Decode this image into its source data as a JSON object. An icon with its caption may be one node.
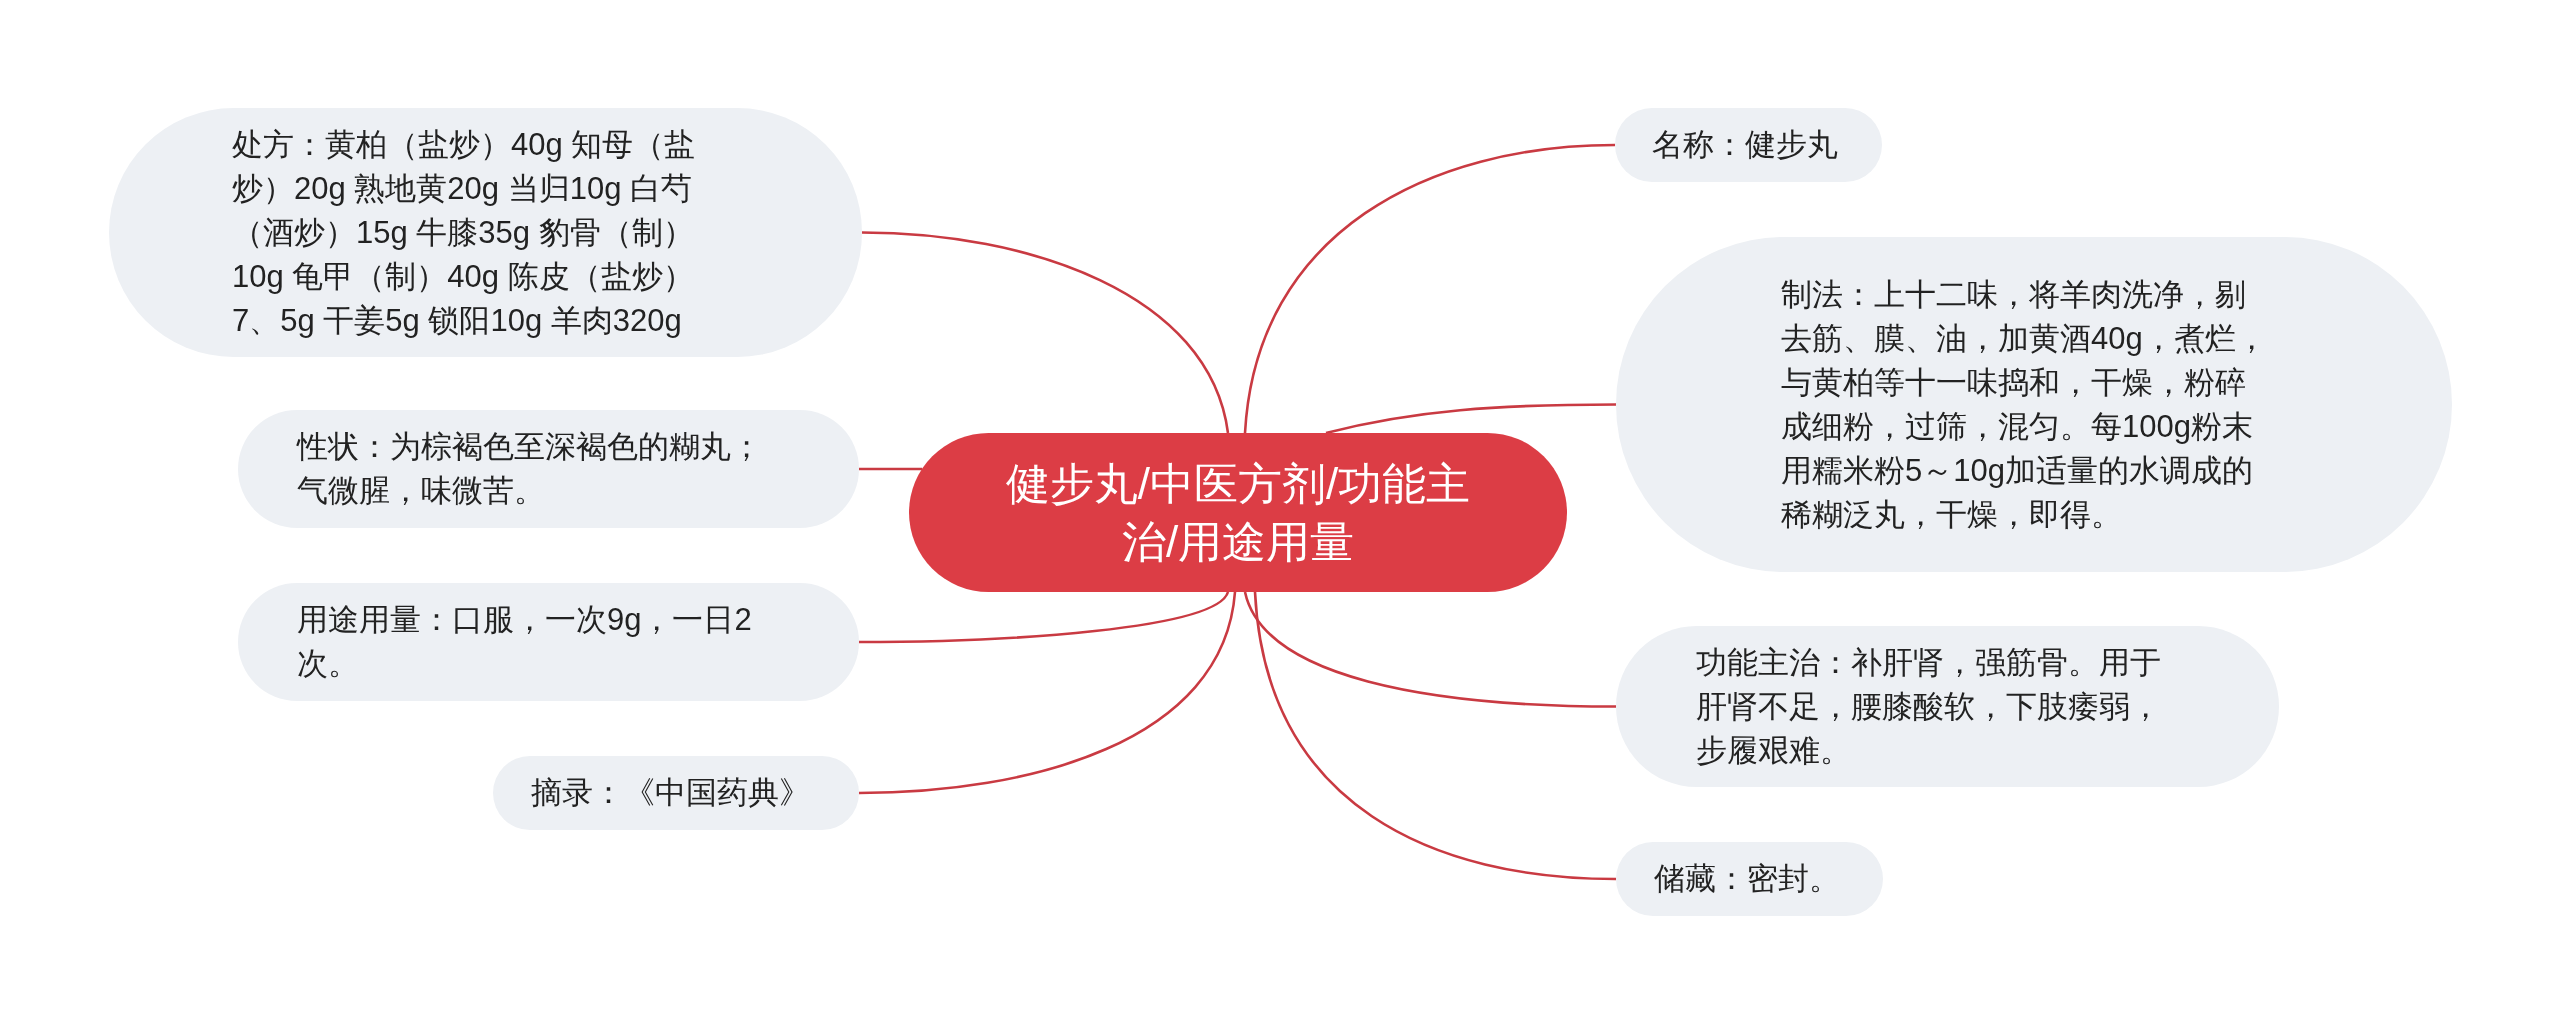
{
  "diagram": {
    "nodes": [
      {
        "text": [
          "健步丸/中医方剂/功能主治/用途用量"
        ]
      },
      {
        "text": [
          "处方：黄柏（盐炒）40g 知母（盐炒）20g 熟地黄20g 当归10g 白芍（酒炒）15g 牛膝35g 豹骨（制）10g 龟甲（制）40g 陈皮（盐炒）7、5g 干姜5g 锁阳10g 羊肉320g"
        ]
      },
      {
        "text": [
          "性状：为棕褐色至深褐色的糊丸；气微腥，味微苦。"
        ]
      },
      {
        "text": [
          "用途用量：口服，一次9g，一日2次。"
        ]
      },
      {
        "text": [
          "摘录：《中国药典》"
        ]
      },
      {
        "text": [
          "名称：健步丸"
        ]
      },
      {
        "text": [
          "制法：上十二味，将羊肉洗净，剔去筋、膜、油，加黄酒40g，煮烂，与黄柏等十一味捣和，干燥，粉碎成细粉，过筛，混匀。每100g粉末用糯米粉5～10g加适量的水调成的稀糊泛丸，干燥，即得。"
        ]
      },
      {
        "text": [
          "功能主治：补肝肾，强筋骨。用于肝肾不足，腰膝酸软，下肢痿弱，步履艰难。"
        ]
      },
      {
        "text": [
          "储藏：密封。"
        ]
      }
    ],
    "edges": [
      {
        "from": 0,
        "to": 1,
        "arrow": "none"
      },
      {
        "from": 0,
        "to": 2,
        "arrow": "none"
      },
      {
        "from": 0,
        "to": 3,
        "arrow": "none"
      },
      {
        "from": 0,
        "to": 4,
        "arrow": "none"
      },
      {
        "from": 0,
        "to": 5,
        "arrow": "none"
      },
      {
        "from": 0,
        "to": 6,
        "arrow": "none"
      },
      {
        "from": 0,
        "to": 7,
        "arrow": "none"
      },
      {
        "from": 0,
        "to": 8,
        "arrow": "none"
      }
    ]
  }
}
